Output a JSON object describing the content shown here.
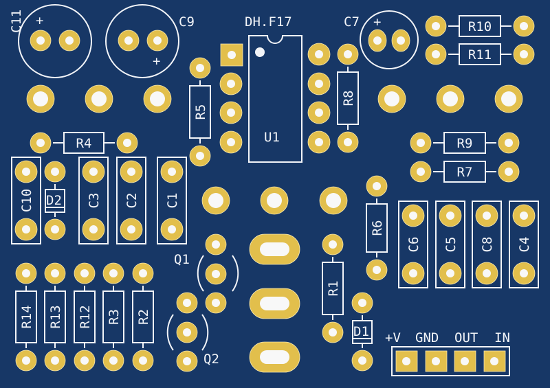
{
  "board": {
    "title": "DH.F17",
    "substrate_color": "#173766",
    "pad_color": "#e2bf4c",
    "silkscreen_color": "#f2f4f8"
  },
  "ic": {
    "ref": "U1",
    "pins": 8
  },
  "electrolytic_caps": [
    {
      "ref": "C11",
      "polarity": "+"
    },
    {
      "ref": "C9",
      "polarity": "+"
    },
    {
      "ref": "C7",
      "polarity": "+"
    }
  ],
  "film_caps": [
    "C10",
    "C3",
    "C2",
    "C1",
    "C6",
    "C5",
    "C8",
    "C4"
  ],
  "resistors": [
    "R1",
    "R2",
    "R3",
    "R4",
    "R5",
    "R6",
    "R7",
    "R8",
    "R9",
    "R10",
    "R11",
    "R12",
    "R13",
    "R14"
  ],
  "diodes": [
    "D1",
    "D2"
  ],
  "transistors": [
    "Q1",
    "Q2"
  ],
  "connector": {
    "labels": [
      "+V",
      "GND",
      "OUT",
      "IN"
    ]
  }
}
